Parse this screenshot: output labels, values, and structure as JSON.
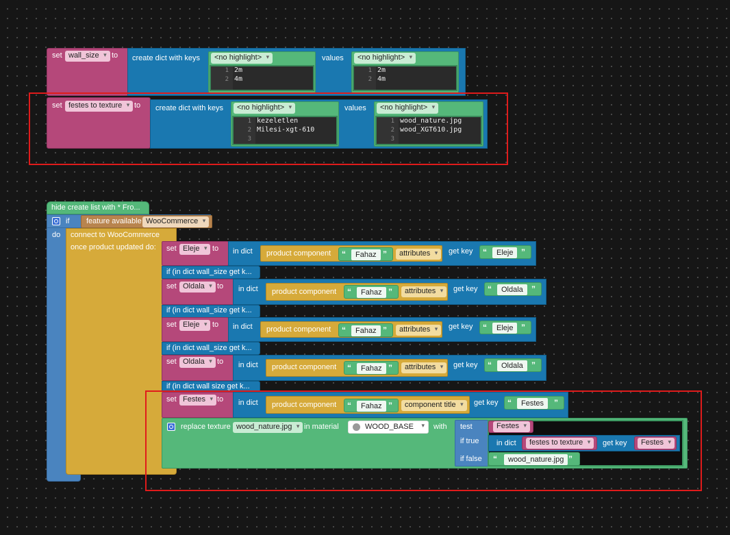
{
  "wall_size_block": {
    "set": "set",
    "var": "wall_size",
    "to": "to",
    "create_dict": "create dict with keys",
    "keys_highlight": "<no highlight>",
    "keys_lines": [
      "2m",
      "4m"
    ],
    "values_label": "values",
    "values_highlight": "<no highlight>",
    "values_lines": [
      "2m",
      "4m"
    ],
    "line_nums": [
      "1",
      "2"
    ]
  },
  "festes_block": {
    "set": "set",
    "var": "festes to texture",
    "to": "to",
    "create_dict": "create dict with keys",
    "keys_highlight": "<no highlight>",
    "keys_lines": [
      "kezeletlen",
      "Milesi-xgt-610",
      ""
    ],
    "values_label": "values",
    "values_highlight": "<no highlight>",
    "values_lines": [
      "wood_nature.jpg",
      "wood_XGT610.jpg",
      ""
    ],
    "line_nums": [
      "1",
      "2",
      "3"
    ]
  },
  "main": {
    "hat": "hide create list with * Fro...",
    "if": "if",
    "do": "do",
    "feature_available": "feature available",
    "feature": "WooCommerce",
    "connect": "connect to WooCommerce",
    "once": "once product updated do:",
    "rows": [
      {
        "var": "Eleje",
        "in_dict": "in dict",
        "pc": "product component",
        "name": "Fahaz",
        "attr": "attributes",
        "get_key": "get key",
        "key": "Eleje"
      },
      {
        "var": "Oldala",
        "in_dict": "in dict",
        "pc": "product component",
        "name": "Fahaz",
        "attr": "attributes",
        "get_key": "get key",
        "key": "Oldala"
      },
      {
        "var": "Eleje",
        "in_dict": "in dict",
        "pc": "product component",
        "name": "Fahaz",
        "attr": "attributes",
        "get_key": "get key",
        "key": "Eleje"
      },
      {
        "var": "Oldala",
        "in_dict": "in dict",
        "pc": "product component",
        "name": "Fahaz",
        "attr": "attributes",
        "get_key": "get key",
        "key": "Oldala"
      },
      {
        "var": "Festes",
        "in_dict": "in dict",
        "pc": "product component",
        "name": "Fahaz",
        "attr": "component title",
        "get_key": "get key",
        "key": "Festes"
      }
    ],
    "if_rows": [
      "if (in dict wall_size get k...",
      "if (in dict wall_size get k...",
      "if (in dict wall_size get k...",
      "if (in dict wall  size get k..."
    ],
    "set": "set",
    "to": "to",
    "replace": {
      "label": "replace texture",
      "texture": "wood_nature.jpg",
      "in_material": "in material",
      "material": "WOOD_BASE",
      "with": "with",
      "test": "test",
      "test_var": "Festes",
      "if_true": "if true",
      "in_dict": "in dict",
      "dict_var": "festes to texture",
      "get_key": "get key",
      "key_var": "Festes",
      "if_false": "if false",
      "false_val": "wood_nature.jpg"
    }
  },
  "colors": {
    "variable": "#b5487a",
    "dict": "#1a78b0",
    "text": "#55b87a",
    "component": "#d6aa3a",
    "highlight": "#e01b1b"
  }
}
